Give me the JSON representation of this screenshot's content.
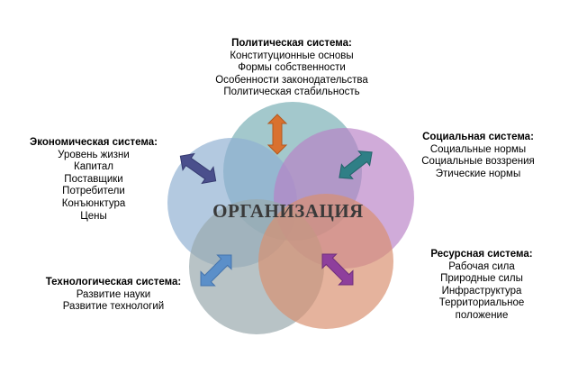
{
  "colors": {
    "circle_top": "#7fb3b8",
    "circle_left": "#8fb0d2",
    "circle_right": "#b77fc6",
    "circle_bottom_left": "#9aa9ae",
    "circle_bottom_right": "#d98f6e",
    "arrow_orange": "#d9712f",
    "arrow_navy": "#4a4f8c",
    "arrow_teal": "#2f7f86",
    "arrow_blue": "#5b8fc9",
    "arrow_purple": "#8e3f9c"
  },
  "center_title": "ОРГАНИЗАЦИЯ",
  "political": {
    "title": "Политическая система:",
    "items": [
      "Конституционные основы",
      "Формы собственности",
      "Особенности законодательства",
      "Политическая стабильность"
    ]
  },
  "economic": {
    "title": "Экономическая система:",
    "items": [
      "Уровень жизни",
      "Капитал",
      "Поставщики",
      "Потребители",
      "Конъюнктура",
      "Цены"
    ]
  },
  "social": {
    "title": "Социальная система:",
    "items": [
      "Социальные нормы",
      "Социальные воззрения",
      "Этические нормы"
    ]
  },
  "resource": {
    "title": "Ресурсная система:",
    "items": [
      "Рабочая сила",
      "Природные силы",
      "Инфраструктура",
      "Территориальное",
      "положение"
    ]
  },
  "technological": {
    "title": "Технологическая система:",
    "items": [
      "Развитие науки",
      "Развитие технологий"
    ]
  }
}
